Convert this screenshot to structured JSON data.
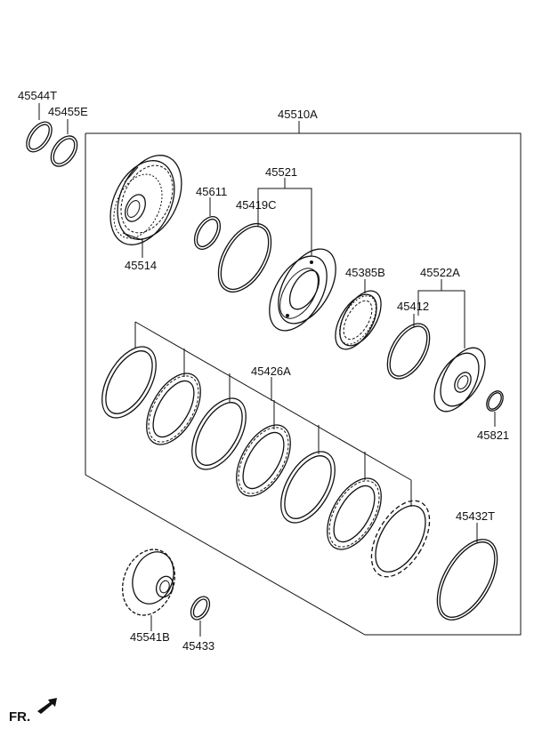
{
  "parts": {
    "p45544T": "45544T",
    "p45455E": "45455E",
    "p45510A": "45510A",
    "p45521": "45521",
    "p45611": "45611",
    "p45419C": "45419C",
    "p45514": "45514",
    "p45385B": "45385B",
    "p45522A": "45522A",
    "p45412": "45412",
    "p45426A": "45426A",
    "p45821": "45821",
    "p45432T": "45432T",
    "p45541B": "45541B",
    "p45433": "45433"
  },
  "direction_label": "FR.",
  "colors": {
    "line": "#111111",
    "background": "#ffffff"
  },
  "icons": {
    "direction": "front-arrow-icon"
  }
}
